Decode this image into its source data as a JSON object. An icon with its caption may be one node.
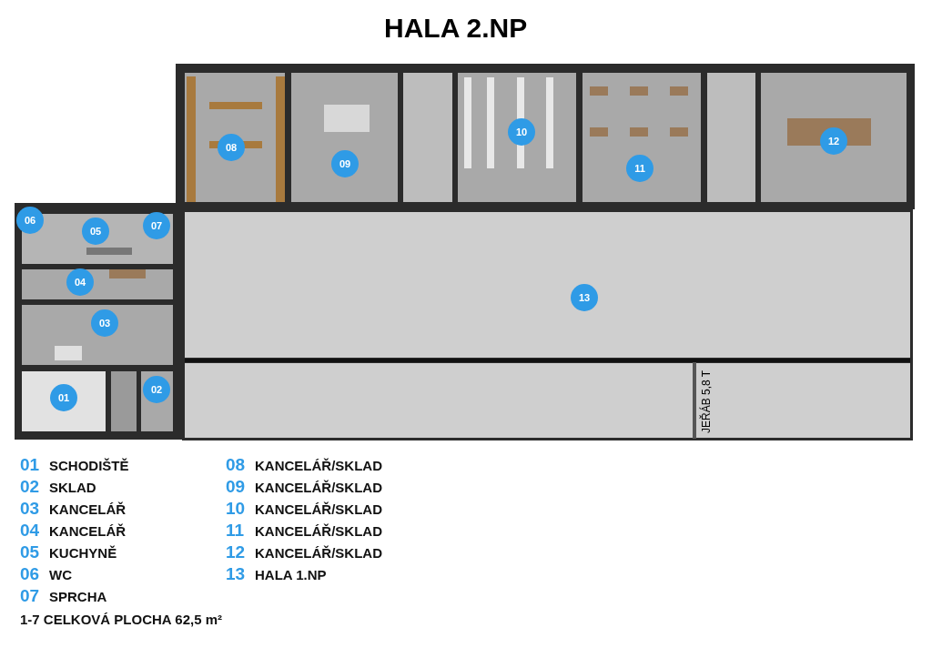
{
  "diagram": {
    "title": "HALA 2.NP",
    "nodes": [
      {
        "text": [
          "01"
        ]
      },
      {
        "text": [
          "02"
        ]
      },
      {
        "text": [
          "03"
        ]
      },
      {
        "text": [
          "04"
        ]
      },
      {
        "text": [
          "05"
        ]
      },
      {
        "text": [
          "06"
        ]
      },
      {
        "text": [
          "07"
        ]
      },
      {
        "text": [
          "08"
        ]
      },
      {
        "text": [
          "09"
        ]
      },
      {
        "text": [
          "10"
        ]
      },
      {
        "text": [
          "11"
        ]
      },
      {
        "text": [
          "12"
        ]
      },
      {
        "text": [
          "13"
        ]
      }
    ],
    "edges": [],
    "labels": [
      "01",
      "SCHODIŠTĚ",
      "02",
      "SKLAD",
      "03",
      "KANCELÁŘ",
      "04",
      "KANCELÁŘ",
      "05",
      "KUCHYNĚ",
      "06",
      "WC",
      "07",
      "SPRCHA",
      "1-7 CELKOVÁ PLOCHA 62,5 m²",
      "08",
      "KANCELÁŘ/SKLAD",
      "09",
      "KANCELÁŘ/SKLAD",
      "10",
      "KANCELÁŘ/SKLAD",
      "11",
      "KANCELÁŘ/SKLAD",
      "12",
      "KANCELÁŘ/SKLAD",
      "13",
      "HALA 1.NP",
      "JEŘÁB 5,8 T"
    ]
  }
}
